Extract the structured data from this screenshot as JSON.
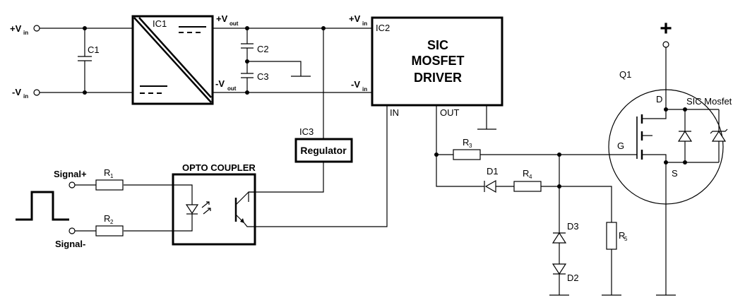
{
  "terminals": {
    "vin_plus": "+V",
    "vin_minus": "-V",
    "in_sub": "in",
    "signal_plus": "Signal+",
    "signal_minus": "Signal-",
    "supply_plus": "+"
  },
  "ic1": {
    "name": "IC1",
    "vout_plus": "+V",
    "vout_minus": "-V",
    "out_sub": "out"
  },
  "ic2": {
    "name": "IC2",
    "line1": "SIC",
    "line2": "MOSFET",
    "line3": "DRIVER",
    "vin_plus": "+V",
    "vin_minus": "-V",
    "in_sub": "in",
    "pin_in": "IN",
    "pin_out": "OUT"
  },
  "ic3": {
    "name": "IC3",
    "label": "Regulator"
  },
  "opto": {
    "label": "OPTO COUPLER"
  },
  "capacitors": {
    "c1": "C1",
    "c2": "C2",
    "c3": "C3"
  },
  "resistors": {
    "r1": "R",
    "r1_sub": "1",
    "r2": "R",
    "r2_sub": "2",
    "r3": "R",
    "r3_sub": "3",
    "r4": "R",
    "r4_sub": "4",
    "r5": "R",
    "r5_sub": "5"
  },
  "diodes": {
    "d1": "D1",
    "d2": "D2",
    "d3": "D3"
  },
  "mosfet": {
    "name": "Q1",
    "label": "SIC Mosfet",
    "drain": "D",
    "gate": "G",
    "source": "S"
  }
}
